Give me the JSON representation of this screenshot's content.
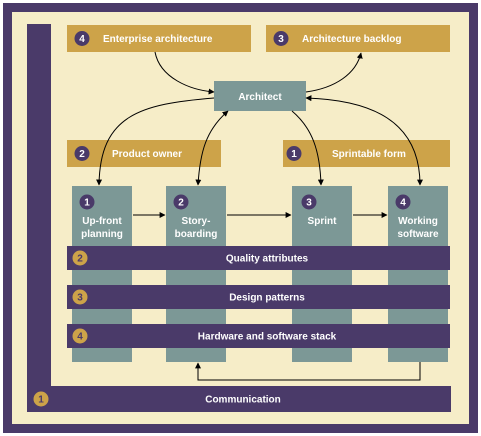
{
  "colors": {
    "frame": "#4a3a69",
    "background": "#f6edc8",
    "gold": "#cda349",
    "teal": "#7c9896",
    "purple": "#4a3a69",
    "text": "#ffffff"
  },
  "top_boxes": [
    {
      "badge": "4",
      "label": "Enterprise architecture"
    },
    {
      "badge": "3",
      "label": "Architecture backlog"
    }
  ],
  "architect": {
    "label": "Architect"
  },
  "role_boxes": [
    {
      "badge": "2",
      "label": "Product owner"
    },
    {
      "badge": "1",
      "label": "Sprintable form"
    }
  ],
  "steps": [
    {
      "badge": "1",
      "line1": "Up-front",
      "line2": "planning"
    },
    {
      "badge": "2",
      "line1": "Story-",
      "line2": "boarding"
    },
    {
      "badge": "3",
      "line1": "Sprint",
      "line2": ""
    },
    {
      "badge": "4",
      "line1": "Working",
      "line2": "software"
    }
  ],
  "bands": [
    {
      "badge": "2",
      "label": "Quality attributes"
    },
    {
      "badge": "3",
      "label": "Design patterns"
    },
    {
      "badge": "4",
      "label": "Hardware and software stack"
    }
  ],
  "communication": {
    "badge": "1",
    "label": "Communication"
  }
}
